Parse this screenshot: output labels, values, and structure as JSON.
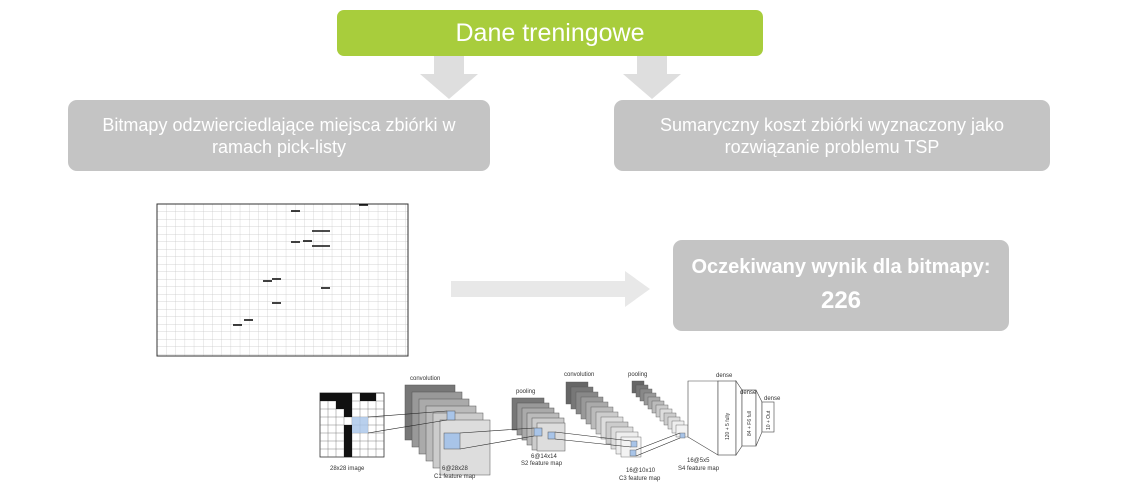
{
  "diagram": {
    "title": "Dane treningowe",
    "left_box": {
      "line1": "Bitmapy odzwierciedlające miejsca zbiórki w",
      "line2": "ramach pick-listy"
    },
    "right_box": {
      "line1": "Sumaryczny koszt zbiórki wyznaczony jako",
      "line2": "rozwiązanie problemu TSP"
    },
    "result": {
      "label": "Oczekiwany wynik dla bitmapy:",
      "value": "226"
    },
    "colors": {
      "title_bg": "#a8cd3c",
      "box_bg": "#c4c4c4",
      "arrow": "#dedede",
      "arrow_right": "#e8e8e8",
      "grid_line": "#c8c8c8",
      "mark": "#111111",
      "cnn_highlight": "#a8c4e8"
    }
  },
  "cnn": {
    "input_label": "28x28 image",
    "convolution1": "convolution",
    "c1_dims": "6@28x28",
    "c1_name": "C1 feature map",
    "pooling1": "pooling",
    "s2_dims": "6@14x14",
    "s2_name": "S2 feature map",
    "convolution2": "convolution",
    "c3_dims": "16@10x10",
    "c3_name": "C3 feature map",
    "pooling2": "pooling",
    "s4_dims": "16@5x5",
    "s4_name": "S4 feature map",
    "dense1": "dense",
    "dense1_label": "120 + 5 fully",
    "dense2": "dense",
    "dense2_label": "84 + F6 full",
    "dense3": "dense",
    "dense3_label": "10 + Out"
  }
}
